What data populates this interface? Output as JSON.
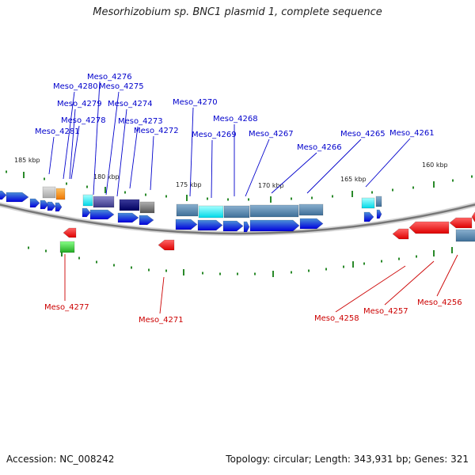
{
  "title": "Mesorhizobium sp. BNC1 plasmid 1, complete sequence",
  "footer": {
    "accession": "Accession: NC_008242",
    "info": "Topology: circular; Length: 343,931 bp; Genes: 321"
  },
  "colors": {
    "forward": "#0000ee",
    "reverse": "#ee0000",
    "forward_label": "#0000cc",
    "reverse_label": "#cc0000",
    "backbone": "#888888",
    "tick": "#2a8a2a"
  },
  "kbp_labels": [
    "185 kbp",
    "180 kbp",
    "175 kbp",
    "170 kbp",
    "165 kbp",
    "160 kbp"
  ],
  "forward_labels": [
    "Meso_4276",
    "Meso_4280",
    "Meso_4275",
    "Meso_4279",
    "Meso_4274",
    "Meso_4270",
    "Meso_4278",
    "Meso_4273",
    "Meso_4268",
    "Meso_4281",
    "Meso_4272",
    "Meso_4269",
    "Meso_4267",
    "Meso_4265",
    "Meso_4261",
    "Meso_4266"
  ],
  "reverse_labels": [
    "Meso_4277",
    "Meso_4271",
    "Meso_4258",
    "Meso_4257",
    "Meso_4256"
  ]
}
